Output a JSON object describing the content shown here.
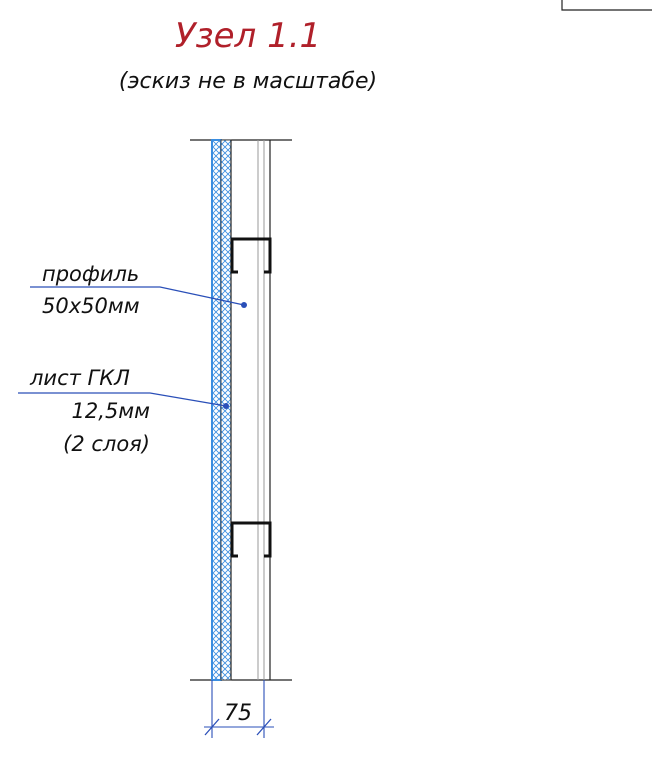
{
  "title": "Узел 1.1",
  "subtitle": "(эскиз не в масштабе)",
  "callouts": {
    "profile": {
      "line1": "профиль",
      "line2": "50x50мм"
    },
    "gkl": {
      "line1": "лист ГКЛ",
      "line2": "12,5мм",
      "line3": "(2 слоя)"
    }
  },
  "dimension": "75",
  "colors": {
    "title": "#b0202a",
    "leader": "#2a4fb8",
    "board_layer": "#3a8de0",
    "dimension": "#2a4fb8",
    "outline": "#222222"
  }
}
